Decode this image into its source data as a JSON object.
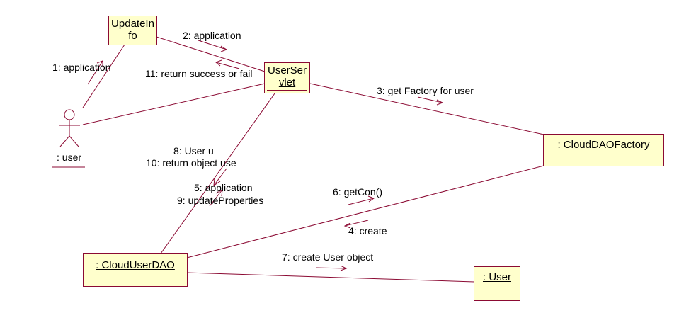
{
  "colors": {
    "line": "#8b0a33",
    "box_fill": "#ffffcc",
    "text": "#000000"
  },
  "actor": {
    "label": ": user",
    "icon": "stick-figure-icon"
  },
  "objects": {
    "update_info_line1": "UpdateIn",
    "update_info_line2": "fo",
    "user_servlet_line1": "UserSer",
    "user_servlet_line2": "vlet",
    "cloud_dao_factory": ": CloudDAOFactory",
    "cloud_user_dao": ": CloudUserDAO",
    "user": ": User"
  },
  "messages": {
    "m1": "1: application",
    "m2": "2: application",
    "m11": "11: return success or fail",
    "m3": "3: get Factory for user",
    "m8": "8: User u",
    "m10": "10: return object use",
    "m5": "5: application",
    "m9": "9: updateProperties",
    "m6": "6: getCon()",
    "m4": "4: create",
    "m7": "7: create User object"
  }
}
